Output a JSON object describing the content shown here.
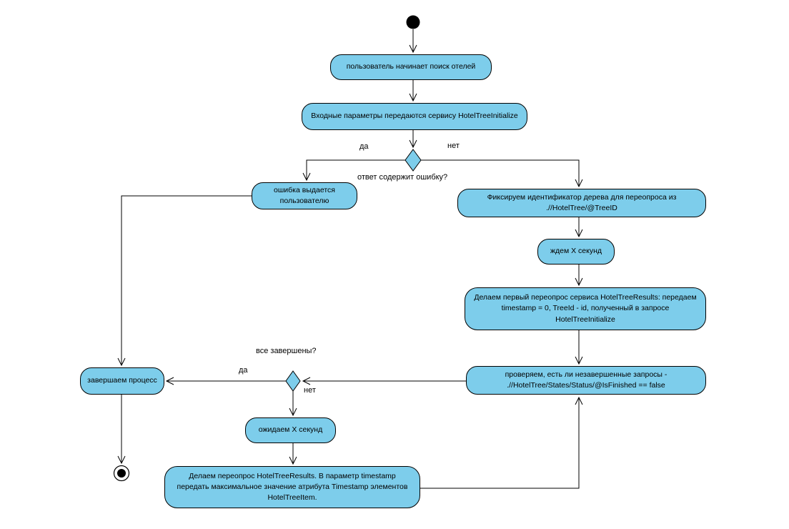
{
  "diagram": {
    "type": "uml-activity-diagram",
    "language": "ru",
    "colors": {
      "node_fill": "#7dcdeb",
      "node_border": "#000000",
      "background": "#ffffff",
      "line": "#000000"
    },
    "nodes": {
      "start": {
        "shape": "initial-node"
      },
      "user_starts_search": {
        "lines": [
          "пользователь начинает поиск отелей"
        ]
      },
      "pass_params": {
        "lines": [
          "Входные параметры передаются сервису HotelTreeInitialize"
        ]
      },
      "decision_error": {
        "shape": "decision",
        "guard": "ответ содержит ошибку?"
      },
      "error_shown": {
        "lines": [
          "ошибка выдается",
          "пользователю"
        ]
      },
      "fix_tree_id": {
        "lines": [
          "Фиксируем идентификатор дерева для переопроса из",
          ".//HotelTree/@TreeID"
        ]
      },
      "wait_x": {
        "lines": [
          "ждем X секунд"
        ]
      },
      "first_repoll": {
        "lines": [
          "Делаем первый переопрос сервиса  HotelTreeResults: передаем",
          "timestamp = 0, TreeId - id, полученный в запросе",
          "HotelTreeInitialize"
        ]
      },
      "check_unfinished": {
        "lines": [
          "проверяем, есть ли незавершенные запросы -",
          ".//HotelTree/States/Status/@IsFinished == false"
        ]
      },
      "decision_all_done": {
        "shape": "decision",
        "guard": "все завершены?"
      },
      "finish_process": {
        "lines": [
          "завершаем процесс"
        ]
      },
      "wait_x2": {
        "lines": [
          "ожидаем X секунд"
        ]
      },
      "repoll": {
        "lines": [
          "Делаем переопрос HotelTreeResults. В параметр timestamp",
          "передать максимальное значение атрибута Timestamp элементов",
          "HotelTreeItem."
        ]
      },
      "end": {
        "shape": "activity-final-node"
      }
    },
    "labels": {
      "question_top": "ответ содержит ошибку?",
      "yes_top": "да",
      "no_top": "нет",
      "question_bottom": "все завершены?",
      "yes_bottom": "да",
      "no_bottom": "нет"
    },
    "edges": [
      {
        "from": "start",
        "to": "user_starts_search"
      },
      {
        "from": "user_starts_search",
        "to": "pass_params"
      },
      {
        "from": "pass_params",
        "to": "decision_error"
      },
      {
        "from": "decision_error",
        "to": "error_shown",
        "label": "да"
      },
      {
        "from": "decision_error",
        "to": "fix_tree_id",
        "label": "нет"
      },
      {
        "from": "fix_tree_id",
        "to": "wait_x"
      },
      {
        "from": "wait_x",
        "to": "first_repoll"
      },
      {
        "from": "first_repoll",
        "to": "check_unfinished"
      },
      {
        "from": "check_unfinished",
        "to": "decision_all_done"
      },
      {
        "from": "decision_all_done",
        "to": "finish_process",
        "label": "да"
      },
      {
        "from": "decision_all_done",
        "to": "wait_x2",
        "label": "нет"
      },
      {
        "from": "wait_x2",
        "to": "repoll"
      },
      {
        "from": "repoll",
        "to": "check_unfinished"
      },
      {
        "from": "error_shown",
        "to": "finish_process"
      },
      {
        "from": "finish_process",
        "to": "end"
      }
    ]
  }
}
